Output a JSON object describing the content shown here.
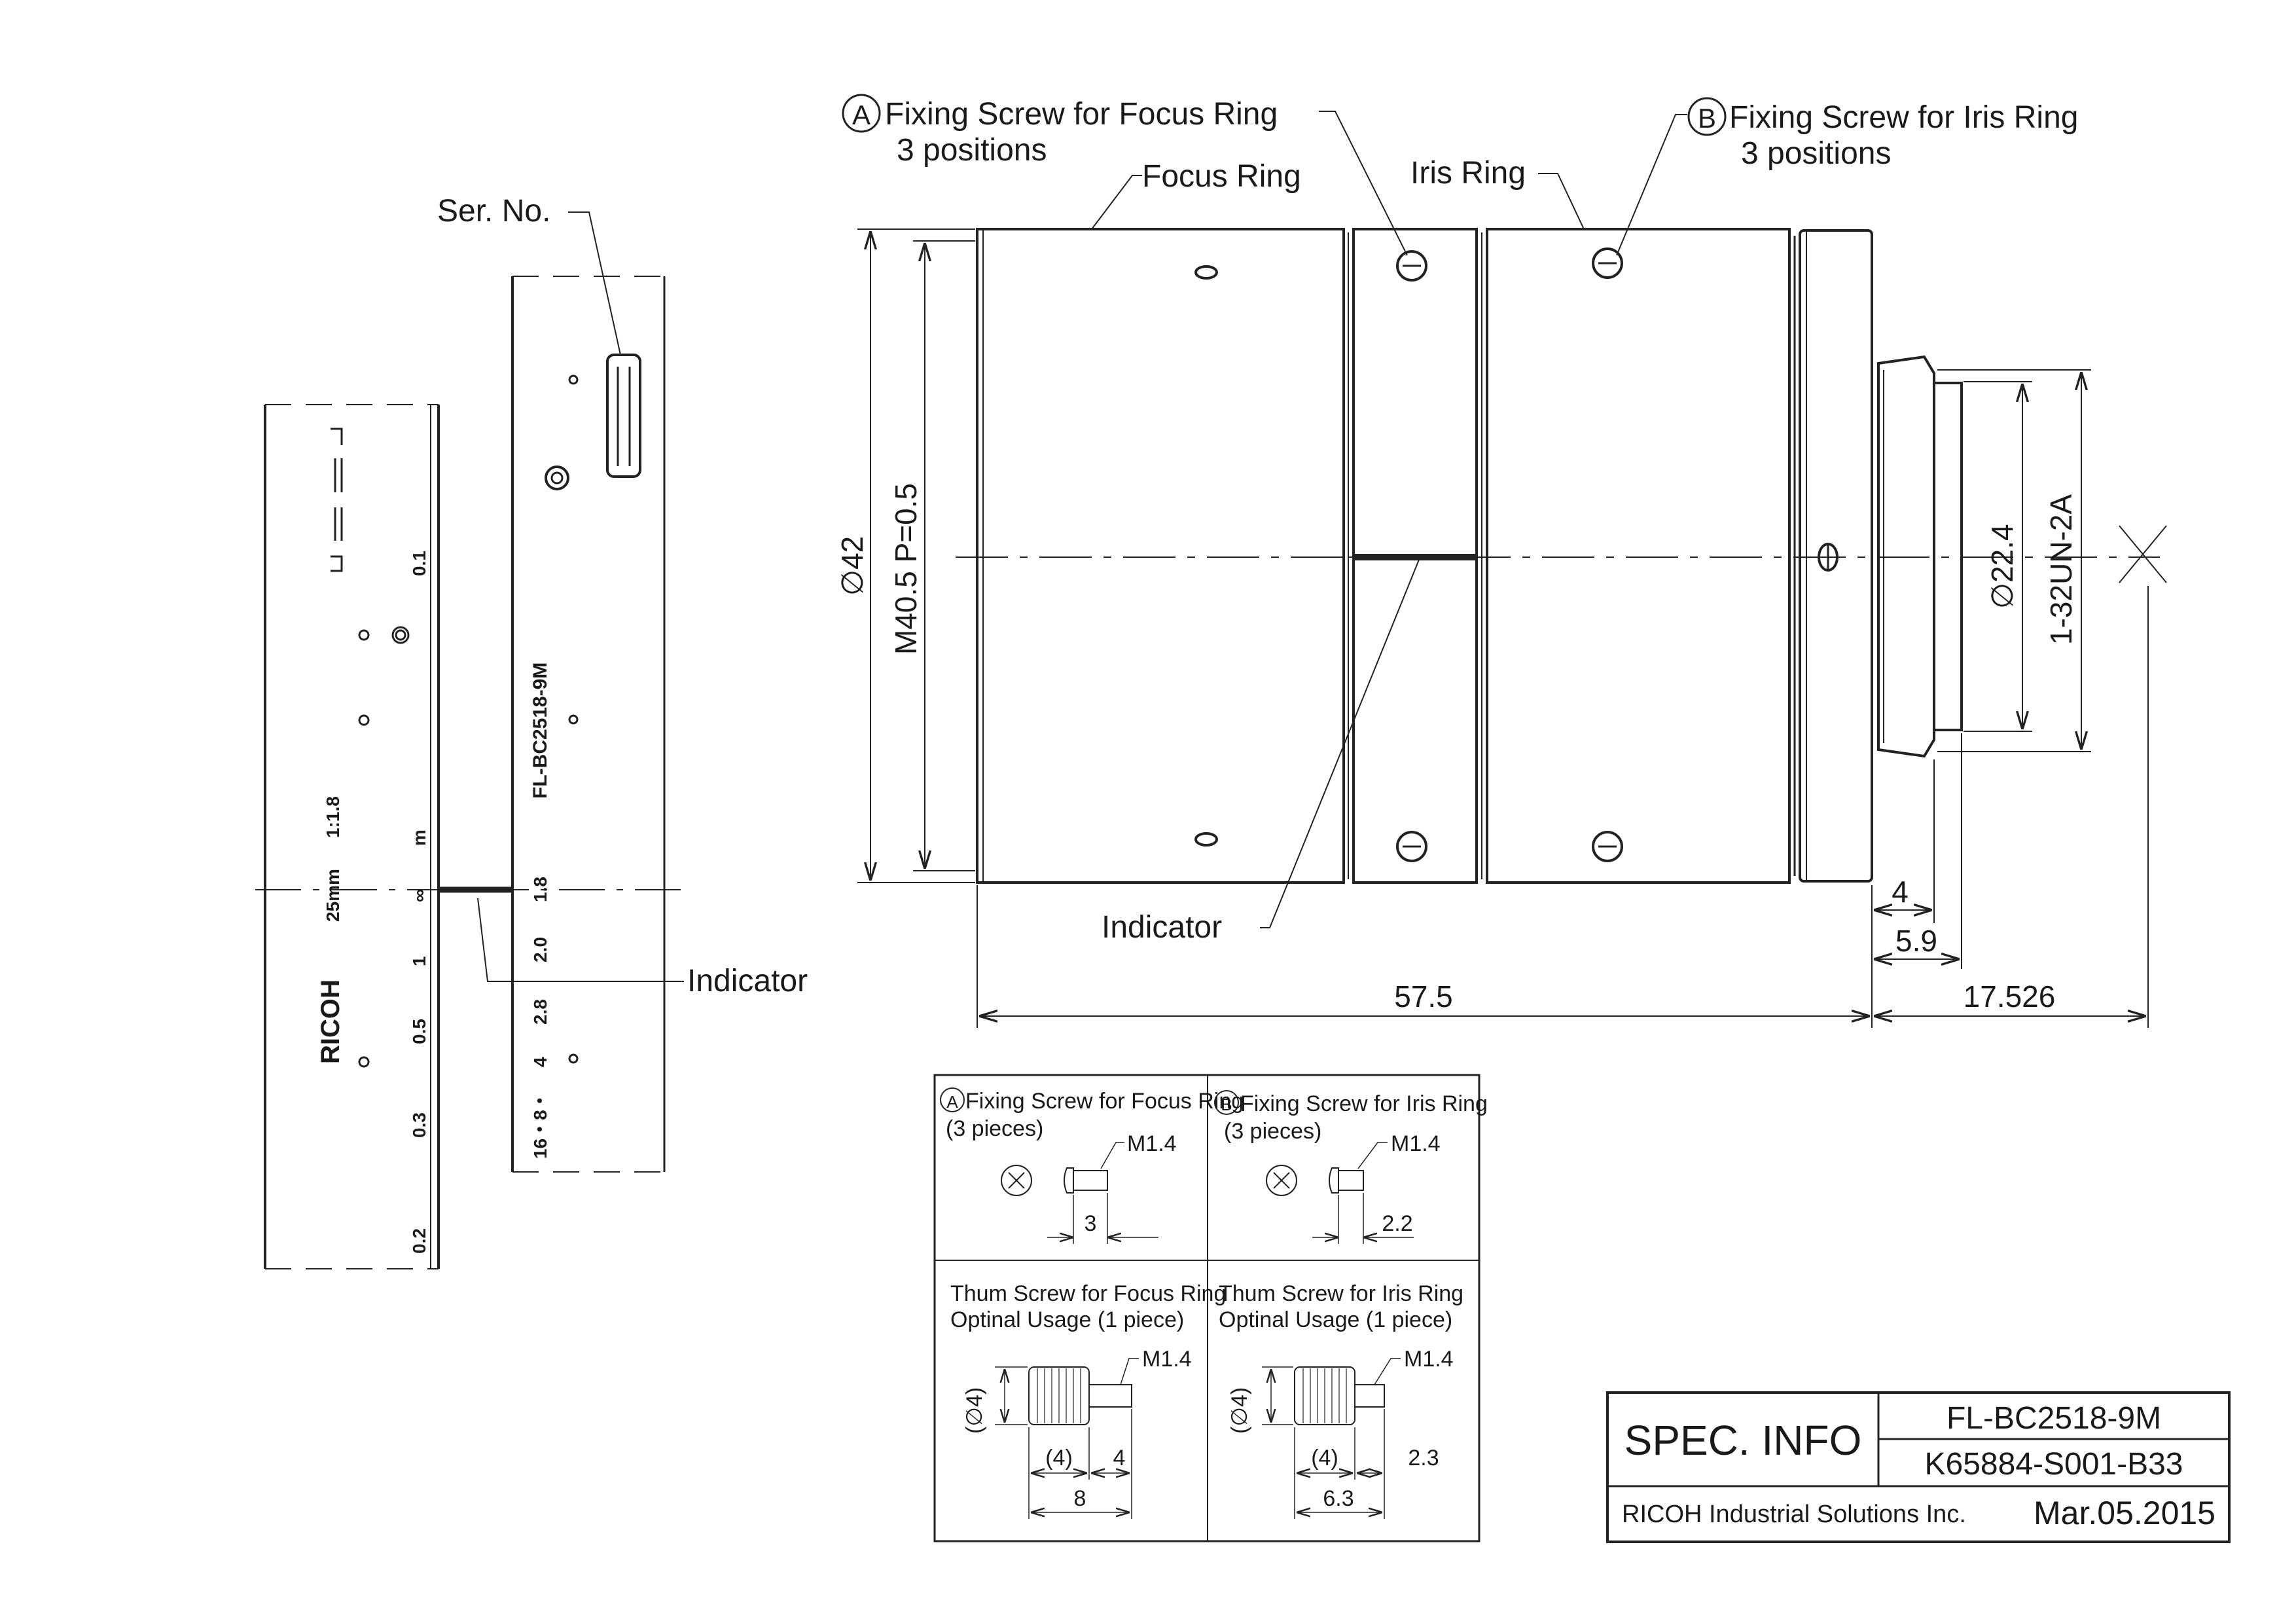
{
  "labels": {
    "ser_no": "Ser. No.",
    "indicator_side": "Indicator",
    "indicator_main": "Indicator",
    "focus_ring": "Focus Ring",
    "iris_ring": "Iris Ring",
    "callout_a_title": "Fixing Screw for Focus Ring",
    "callout_a_sub": "3 positions",
    "callout_b_title": "Fixing Screw for Iris Ring",
    "callout_b_sub": "3 positions",
    "letter_a": "A",
    "letter_b": "B"
  },
  "side_view": {
    "brand": "RICOH",
    "focal": "25mm",
    "aperture": "1:1.8",
    "model": "FL-BC2518-9M",
    "distance_unit": "m",
    "distance_scale": [
      "0.1",
      "∞",
      "1",
      "0.5",
      "0.3",
      "0.2"
    ],
    "fnumber_scale": [
      "1.8",
      "2.0",
      "2.8",
      "4",
      "16・8・"
    ]
  },
  "dimensions": {
    "phi42": "∅42",
    "thread_front": "M40.5 P=0.5",
    "phi22_4": "∅22.4",
    "mount_thread": "1-32UN-2A",
    "d4": "4",
    "d5_9": "5.9",
    "d57_5": "57.5",
    "d17_526": "17.526"
  },
  "parts_table": {
    "a_title": "Fixing Screw for Focus Ring",
    "a_qty": "(3  pieces)",
    "a_thread": "M1.4",
    "a_len": "3",
    "b_title": "Fixing Screw for Iris Ring",
    "b_qty": "(3  pieces)",
    "b_thread": "M1.4",
    "b_len": "2.2",
    "c_title": "Thum Screw for Focus Ring",
    "c_usage": "Optinal  Usage  (1  piece)",
    "c_thread": "M1.4",
    "c_dia": "(∅4)",
    "c_d1": "(4)",
    "c_d2": "4",
    "c_total": "8",
    "d_title": "Thum Screw for Iris Ring",
    "d_usage": "Optinal  Usage  (1  piece)",
    "d_thread": "M1.4",
    "d_dia": "(∅4)",
    "d_d1": "(4)",
    "d_d2": "2.3",
    "d_total": "6.3"
  },
  "title_block": {
    "heading": "SPEC. INFO",
    "model": "FL-BC2518-9M",
    "code": "K65884-S001-B33",
    "company": "RICOH Industrial Solutions Inc.",
    "date": "Mar.05.2015"
  }
}
